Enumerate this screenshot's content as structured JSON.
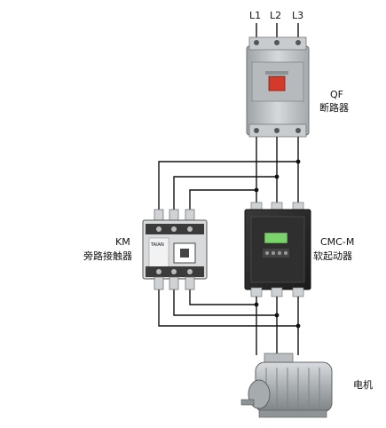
{
  "phases": [
    "L1",
    "L2",
    "L3"
  ],
  "breaker": {
    "code": "QF",
    "name": "断路器"
  },
  "bypass_contactor": {
    "code": "KM",
    "name": "旁路接触器",
    "brand": "TAIAN"
  },
  "soft_starter": {
    "code": "CMC-M",
    "name": "软起动器"
  },
  "motor": {
    "name": "电机"
  },
  "colors": {
    "breaker_handle": "#d43a2a",
    "housing_gray": "#bfc3c6",
    "starter_body": "#2b2b2b",
    "display_green": "#7bd36b"
  }
}
